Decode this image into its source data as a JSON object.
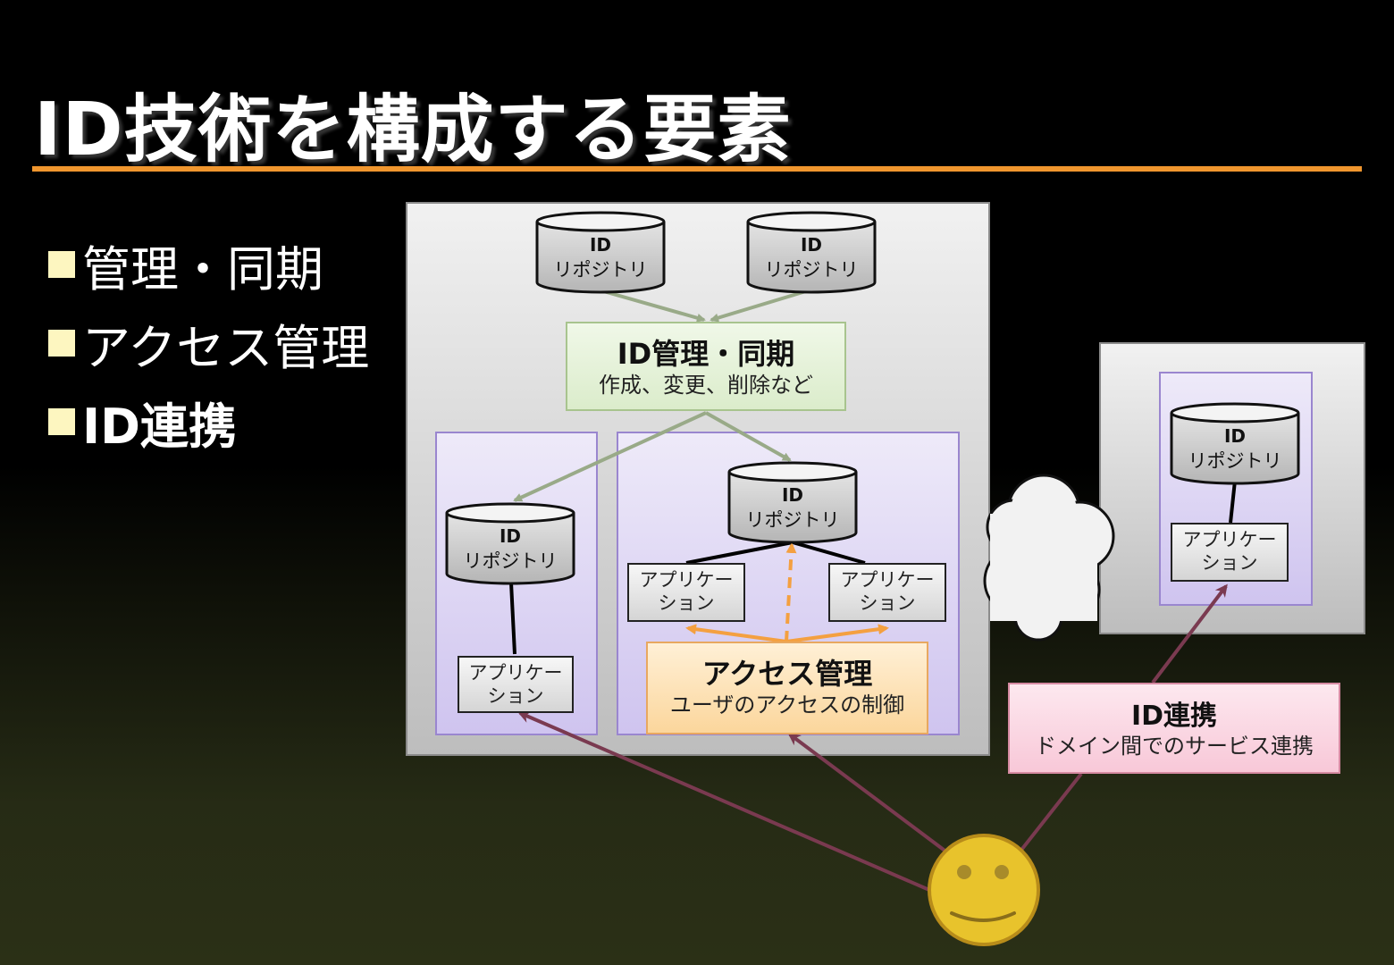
{
  "title": "ID技術を構成する要素",
  "bullets": [
    {
      "text": "管理・同期"
    },
    {
      "text": "アクセス管理"
    },
    {
      "text": "ID連携"
    }
  ],
  "repository": {
    "id": "ID",
    "label": "リポジトリ"
  },
  "application": {
    "line1": "アプリケー",
    "line2": "ション"
  },
  "id_management": {
    "title": "ID管理・同期",
    "subtitle": "作成、変更、削除など"
  },
  "access_management": {
    "title": "アクセス管理",
    "subtitle": "ユーザのアクセスの制御"
  },
  "id_federation": {
    "title": "ID連携",
    "subtitle": "ドメイン間でのサービス連携"
  },
  "colors": {
    "accent_rule": "#f0962e",
    "sync_arrow": "#99aa88",
    "access_arrow": "#f4a040",
    "user_arrow": "#7a3a50",
    "id_mgmt_fill": "#e8f4dc",
    "access_fill": "#fde2b4",
    "federation_fill": "#fbd6e2",
    "smiley": "#e8c32c"
  },
  "icons": [
    "database-icon",
    "cloud-icon",
    "smiley-user-icon"
  ]
}
